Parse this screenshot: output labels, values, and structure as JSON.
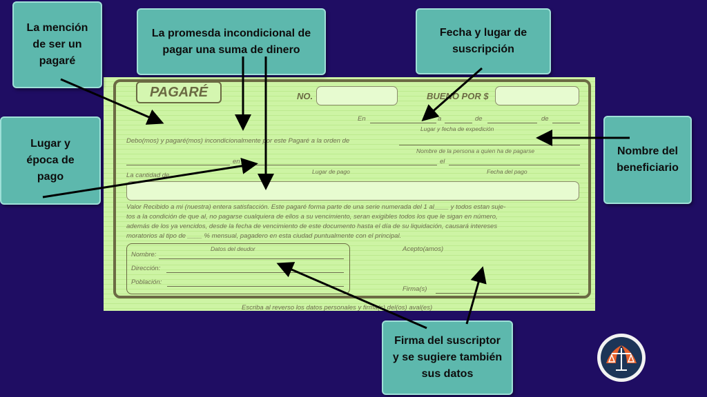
{
  "callouts": {
    "mencion": "La mención de ser un pagaré",
    "promesa": "La promesda incondicional de pagar una suma de dinero",
    "fecha": "Fecha y lugar de suscripción",
    "lugar": "Lugar y época de pago",
    "beneficiario": "Nombre del beneficiario",
    "firma": "Firma del suscriptor y se sugiere también sus datos"
  },
  "document": {
    "title": "PAGARÉ",
    "no_label": "NO.",
    "bueno_label": "BUENO POR $",
    "en": "En",
    "a": "a",
    "de1": "de",
    "de2": "de",
    "lugar_fecha_exp": "Lugar y fecha de expedición",
    "debo_text": "Debo(mos) y pagaré(mos) incondicionalmente por este Pagaré a la orden de",
    "nombre_persona": "Nombre de la persona a quien ha de pagarse",
    "en2": "en",
    "el": "el",
    "lugar_pago": "Lugar de pago",
    "fecha_pago": "Fecha del pago",
    "cantidad": "La cantidad de",
    "legal_1": "Valor Recibido a mi (nuestra) entera satisfacción. Este pagaré forma parte de una serie numerada del 1 al____ y todos estan suje-",
    "legal_2": "tos a la condición de que al, no pagarse cualquiera de ellos a su vencimiento, seran exigibles todos los que le sigan en número,",
    "legal_3": "además de los ya vencidos, desde la fecha de vencimiento de este documento hasta el día de su liquidación, causará intereses",
    "legal_4": "moratorios al tipo de ____ % mensual, pagadero en esta ciudad puntualmente con el principal.",
    "datos_deudor": "Datos del deudor",
    "nombre": "Nombre:",
    "direccion": "Dirección:",
    "poblacion": "Población:",
    "acepto": "Acepto(amos)",
    "firma": "Firma(s)",
    "footer": "Escriba al reverso los datos personales y firma(s) del(os) aval(es)"
  },
  "colors": {
    "background": "#1f0d63",
    "callout_fill": "#5db8ad",
    "document_fill": "#cdf4a4",
    "ink": "#6d6d4e"
  },
  "logo": {
    "icon": "scales-of-justice-icon"
  }
}
